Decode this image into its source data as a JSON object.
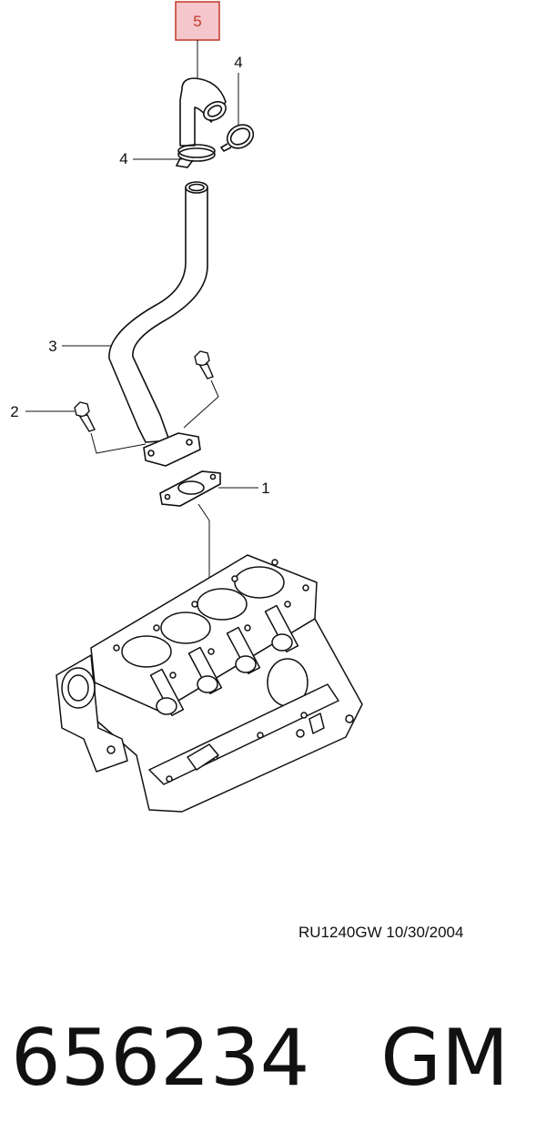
{
  "callouts": {
    "c1": "1",
    "c2": "2",
    "c3": "3",
    "c4a": "4",
    "c4b": "4",
    "c5": "5"
  },
  "colors": {
    "line": "#111111",
    "highlight_fill": "#f5c6cb",
    "highlight_stroke": "#c0392b",
    "highlight_text": "#c0392b"
  },
  "footer": {
    "ref_code": "RU1240GW  10/30/2004",
    "part_number": "656234",
    "brand": "GM"
  }
}
